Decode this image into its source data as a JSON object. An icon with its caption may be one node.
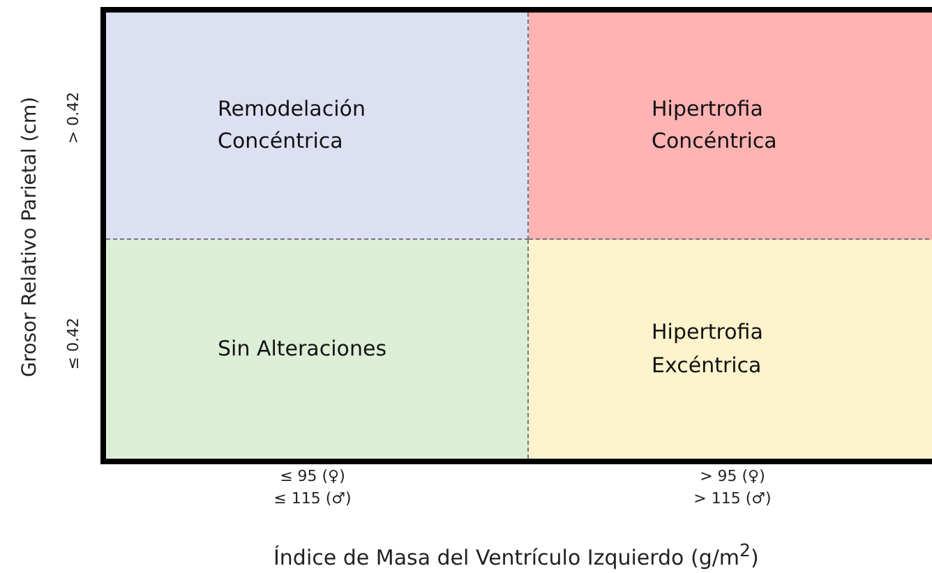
{
  "diagram": {
    "nodes": [
      {
        "text": [
          "Remodelación Concéntrica"
        ]
      },
      {
        "text": [
          "Hipertrofia Concéntrica"
        ]
      },
      {
        "text": [
          "Sin Alteraciones"
        ]
      },
      {
        "text": [
          "Hipertrofia Excéntrica"
        ]
      }
    ],
    "labels": [
      "Grosor Relativo Parietal (cm)",
      "> 0.42",
      "≤ 0.42",
      "≤ 95 (♀) ≤ 115 (♂)",
      "> 95 (♀) > 115 (♂)",
      "Índice de Masa del Ventrículo Izquierdo (g/m$^{2}$)"
    ]
  }
}
